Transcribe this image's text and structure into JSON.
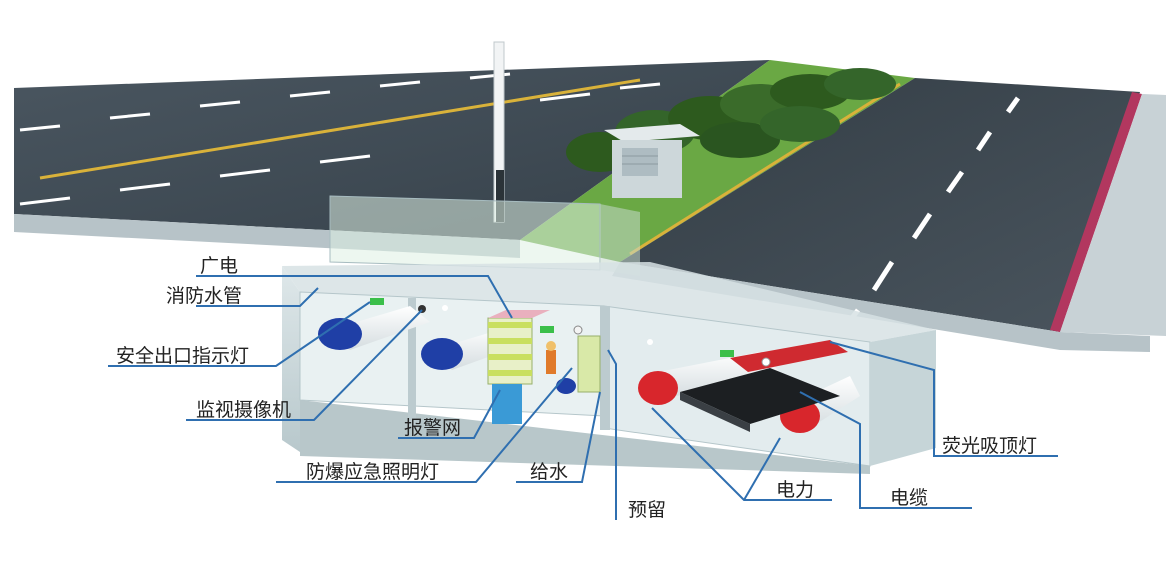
{
  "labels": {
    "guangdian": "广电",
    "xiaofang_shuiguan": "消防水管",
    "anquan_chukou": "安全出口指示灯",
    "jianshi_shexiangji": "监视摄像机",
    "baojing_wang": "报警网",
    "fangbao_zhaoming": "防爆应急照明灯",
    "geishui": "给水",
    "yuliu": "预留",
    "dianli": "电力",
    "dianlan": "电缆",
    "yingguang_xiding": "荧光吸顶灯"
  },
  "colors": {
    "leader_line": "#2f6fb0",
    "road": "#3d4852",
    "road_edge": "#b7c3c8",
    "tunnel_wall": "#c9d7da",
    "tunnel_inner": "#e6eef0",
    "blue_pipe": "#1f3fa6",
    "red_pipe": "#d8262c",
    "median_green": "#6aa844",
    "lane_yellow": "#d9b23a",
    "curb_red": "#b2375f"
  }
}
